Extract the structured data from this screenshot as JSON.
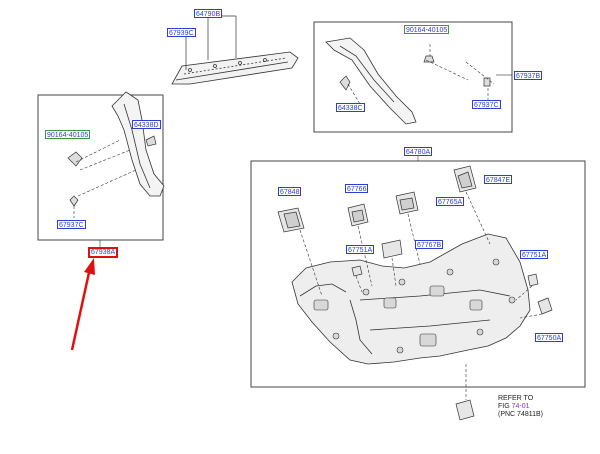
{
  "labels": {
    "p64790B": "64790B",
    "p67939C": "67939C",
    "p90164_top": "90164-40105",
    "p67937B": "67937B",
    "p64338C": "64338C",
    "p67937C_top": "67937C",
    "p90164_left": "90164-40105",
    "p64338D": "64338D",
    "p67937C_left": "67937C",
    "p67938A": "67938A",
    "p64780A": "64780A",
    "p67848": "67848",
    "p67766": "67766",
    "p67847E": "67847E",
    "p67765A": "67765A",
    "p67751A_mid": "67751A",
    "p67767B": "67767B",
    "p67751A_right": "67751A",
    "p67750A": "67750A"
  },
  "reference": {
    "line1": "REFER TO",
    "fig_prefix": "FIG ",
    "fig_number": "74-01",
    "pnc": "(PNC 74811B)"
  },
  "colors": {
    "label_border": "#2b3fd6",
    "highlight_border": "#e01010",
    "arrow": "#e01010",
    "link_text": "#8a2be2"
  }
}
